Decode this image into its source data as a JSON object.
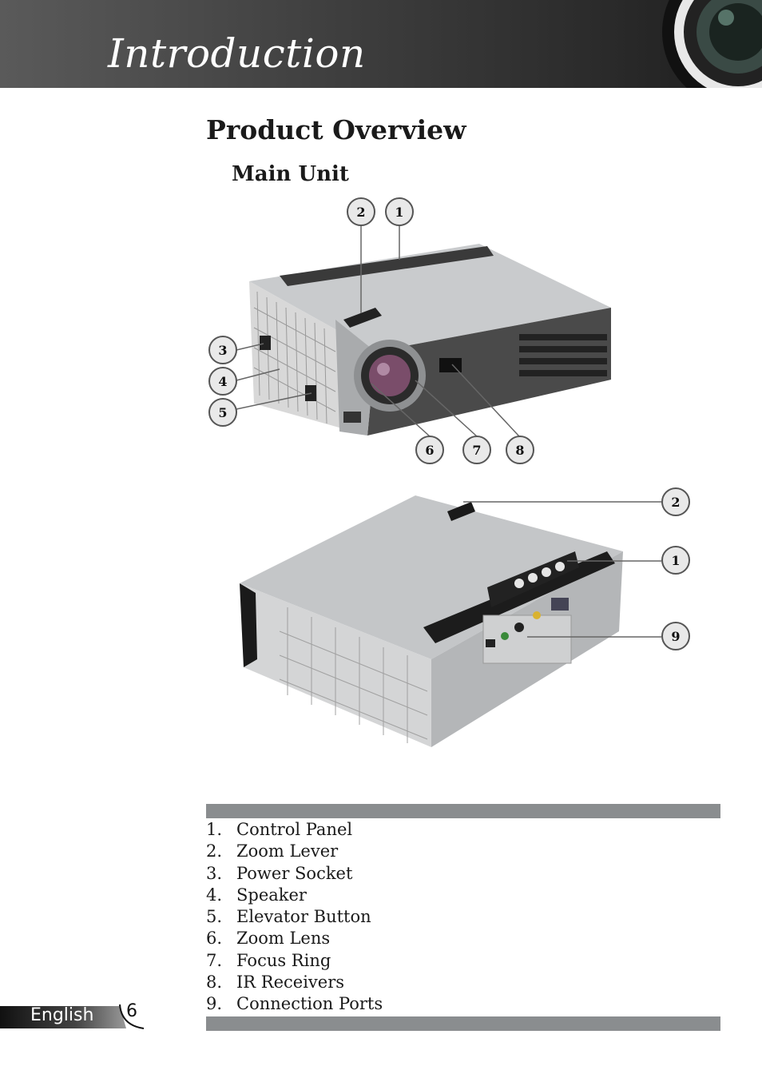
{
  "header": {
    "title": "Introduction"
  },
  "section": {
    "title": "Product Overview",
    "subtitle": "Main Unit"
  },
  "callouts": {
    "top": [
      "2",
      "1",
      "3",
      "4",
      "5",
      "6",
      "7",
      "8"
    ],
    "bottom": [
      "2",
      "1",
      "9"
    ]
  },
  "parts": [
    {
      "num": "1.",
      "label": "Control Panel"
    },
    {
      "num": "2.",
      "label": "Zoom Lever"
    },
    {
      "num": "3.",
      "label": "Power Socket"
    },
    {
      "num": "4.",
      "label": "Speaker"
    },
    {
      "num": "5.",
      "label": "Elevator Button"
    },
    {
      "num": "6.",
      "label": "Zoom Lens"
    },
    {
      "num": "7.",
      "label": "Focus Ring"
    },
    {
      "num": "8.",
      "label": "IR Receivers"
    },
    {
      "num": "9.",
      "label": "Connection Ports"
    }
  ],
  "footer": {
    "language": "English",
    "page": "6"
  }
}
